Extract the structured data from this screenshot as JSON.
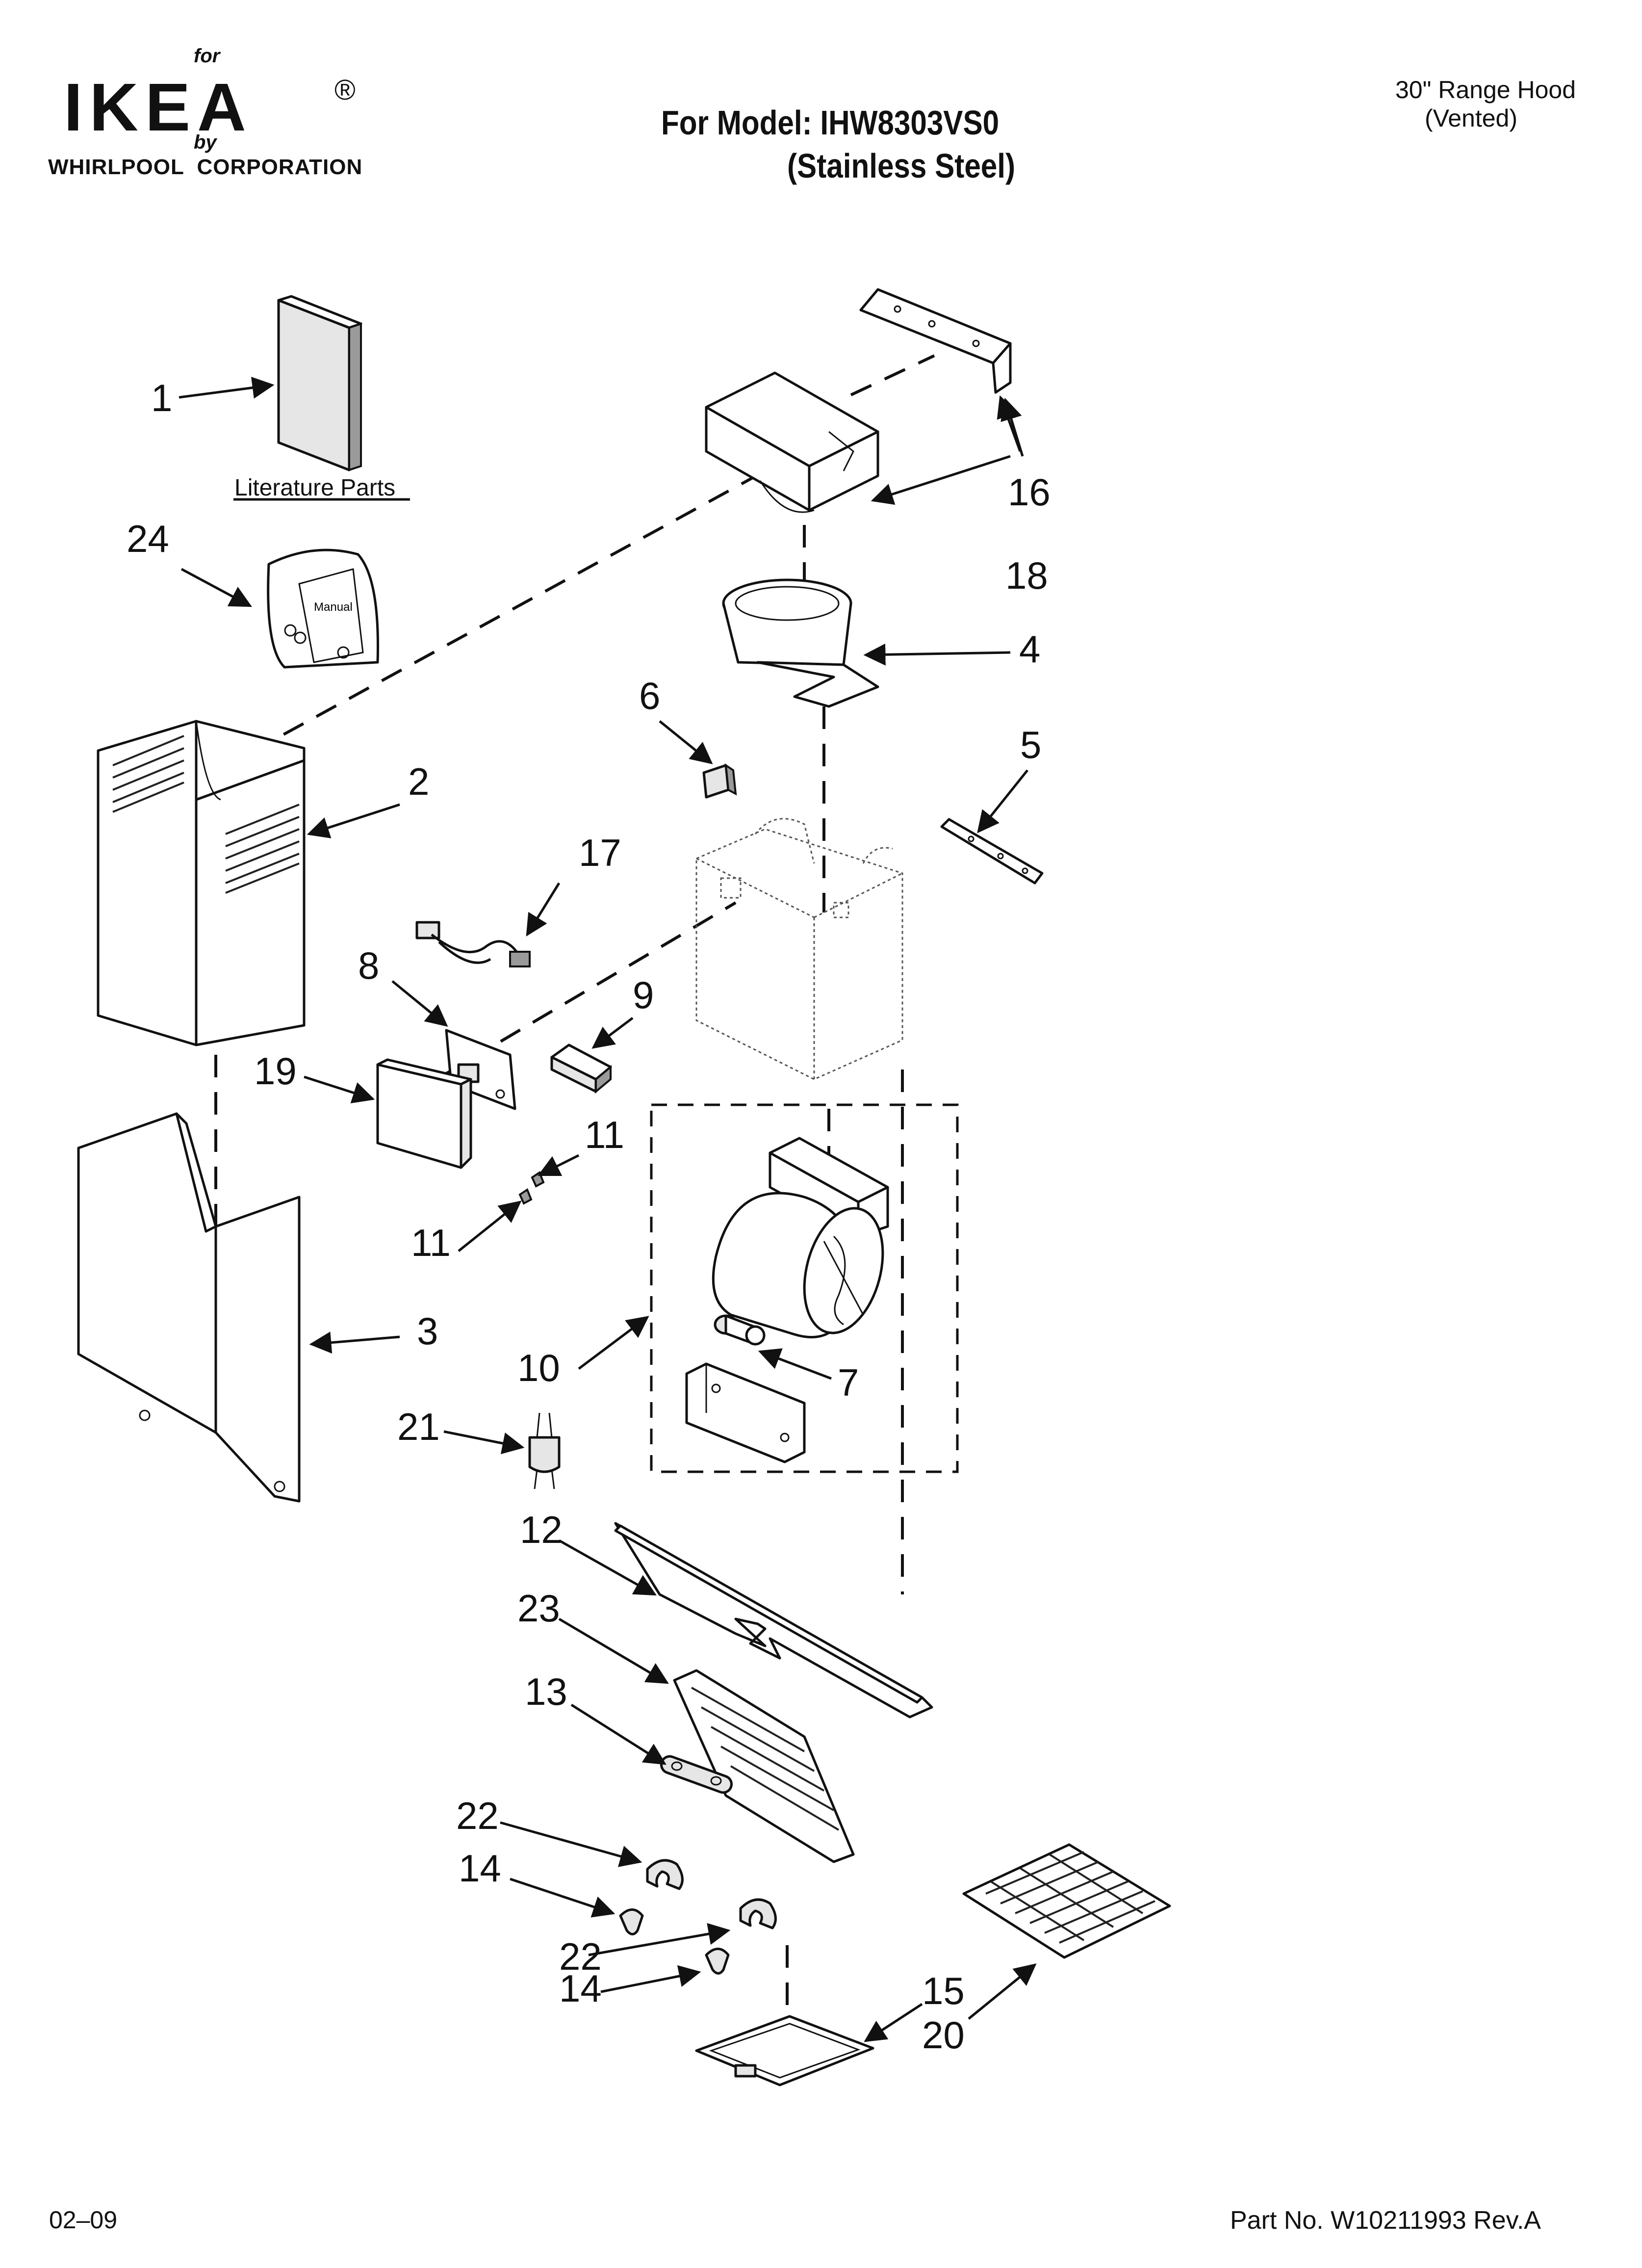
{
  "header": {
    "brand_for": "for",
    "brand_name": "IKEA",
    "brand_reg": "®",
    "brand_by": "by",
    "brand_corporation": "WHIRLPOOL  CORPORATION",
    "model_line": "For Model: IHW8303VS0",
    "model_variant": "(Stainless Steel)",
    "product_line1": "30\" Range Hood",
    "product_line2": "(Vented)"
  },
  "literature_label": "Literature Parts",
  "callouts": {
    "c1": "1",
    "c2": "2",
    "c3": "3",
    "c4": "4",
    "c5": "5",
    "c6": "6",
    "c7": "7",
    "c8": "8",
    "c9": "9",
    "c10": "10",
    "c11a": "11",
    "c11b": "11",
    "c12": "12",
    "c13": "13",
    "c14a": "14",
    "c14b": "14",
    "c15": "15",
    "c16": "16",
    "c17": "17",
    "c18": "18",
    "c19": "19",
    "c20": "20",
    "c21": "21",
    "c22a": "22",
    "c22b": "22",
    "c23": "23",
    "c24": "24"
  },
  "manual_text": "Manual",
  "footer": {
    "date": "02–09",
    "part_number": "Part No. W10211993 Rev.A"
  }
}
